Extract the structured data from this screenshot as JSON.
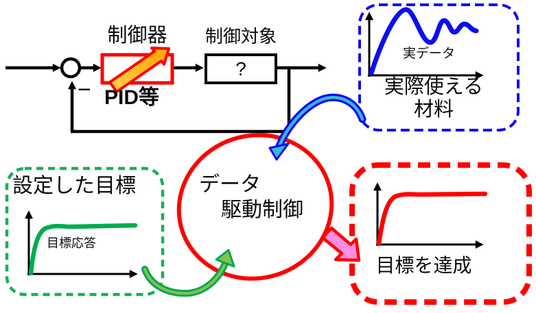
{
  "loop": {
    "controller_label": "制御器",
    "controller_method": "PID等",
    "plant_label": "制御対象",
    "plant_symbol": "?",
    "minus_sign": "−"
  },
  "real_data_box": {
    "curve_label": "実データ",
    "caption_line1": "実際使える",
    "caption_line2": "材料"
  },
  "center_ellipse": {
    "line1": "データ",
    "line2": "駆動制御"
  },
  "target_box": {
    "title": "設定した目標",
    "curve_label": "目標応答"
  },
  "achieve_box": {
    "caption": "目標を達成"
  },
  "colors": {
    "red": "#ff0000",
    "blue": "#0d0df2",
    "green_stroke": "#00a651",
    "green_border": "#17b157",
    "cyan_arrow_fill": "#3ab5dc",
    "light_green_arrow_fill": "#86c14d",
    "pink_arrow_fill": "#fc8fe3",
    "orange_arrow_fill": "#ffb300",
    "line_black": "#000000"
  }
}
